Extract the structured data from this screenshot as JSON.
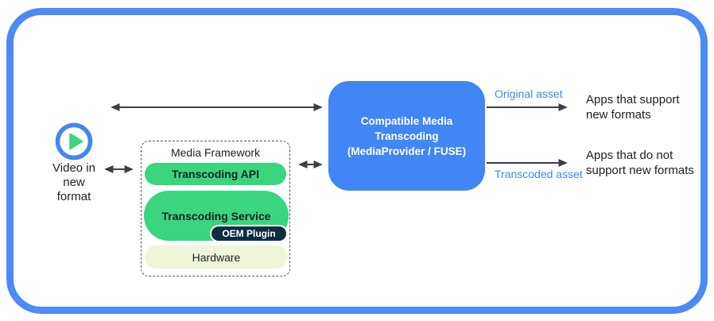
{
  "colors": {
    "border_blue": "#4C8BF5",
    "box_blue": "#4285F4",
    "label_blue": "#4285F4",
    "green": "#3BD47F",
    "navy": "#0B2F3F",
    "pale": "#EFF5D8",
    "arrow": "#3C4043",
    "ink": "#202124"
  },
  "icons": {
    "source": "play-icon"
  },
  "source": {
    "label_lines": [
      "Video in",
      "new",
      "format"
    ]
  },
  "media_framework": {
    "title": "Media Framework",
    "layers": {
      "api": "Transcoding API",
      "service": "Transcoding Service",
      "oem": "OEM Plugin",
      "hardware": "Hardware"
    }
  },
  "transcoding_box": {
    "lines": [
      "Compatible Media",
      "Transcoding",
      "(MediaProvider / FUSE)"
    ]
  },
  "outputs": {
    "original": {
      "arrow_label": "Original asset",
      "target_lines": [
        "Apps that support",
        "new formats"
      ]
    },
    "transcoded": {
      "arrow_label": "Transcoded asset",
      "target_lines": [
        "Apps that do not",
        "support new formats"
      ]
    }
  }
}
